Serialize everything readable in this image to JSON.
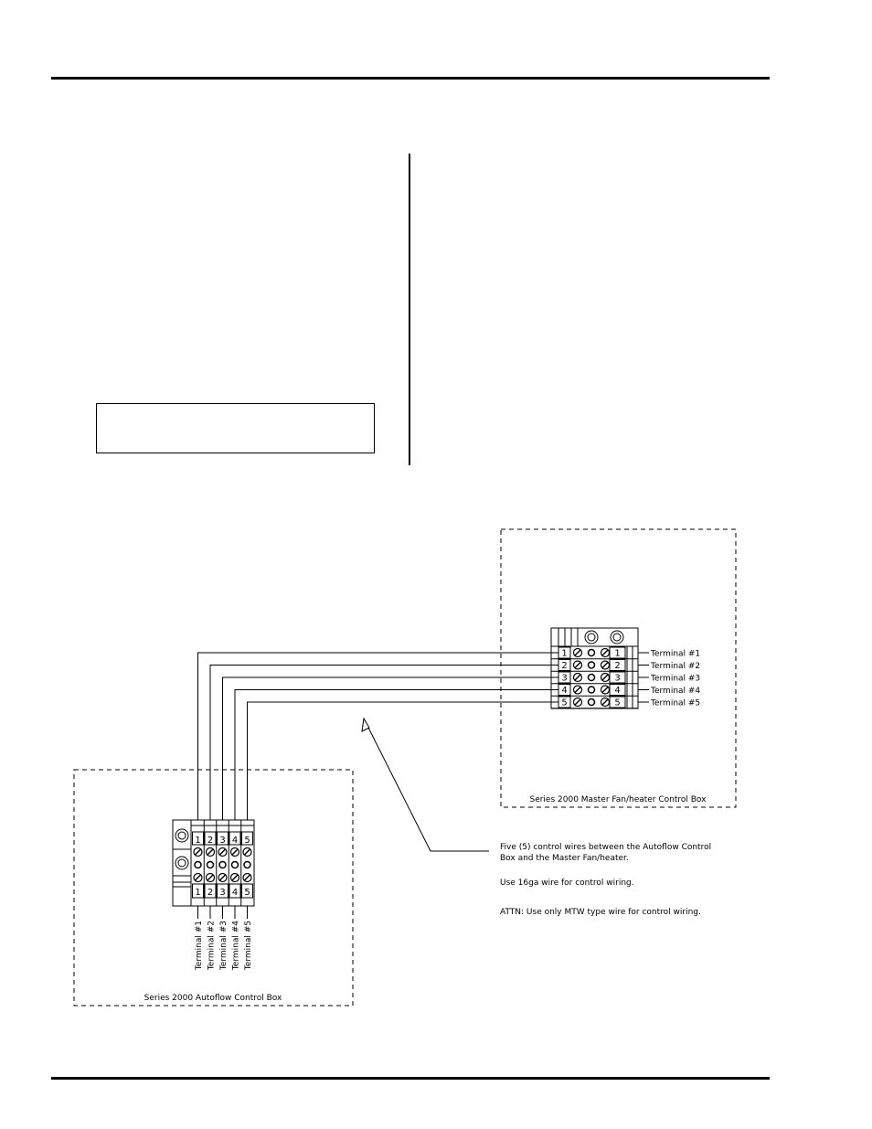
{
  "master_box": {
    "title": "Series 2000 Master Fan/heater Control Box",
    "terminal_labels": [
      "Terminal #1",
      "Terminal #2",
      "Terminal #3",
      "Terminal #4",
      "Terminal #5"
    ],
    "terminal_numbers": [
      "1",
      "2",
      "3",
      "4",
      "5"
    ]
  },
  "autoflow_box": {
    "title": "Series 2000 Autoflow Control Box",
    "terminal_labels": [
      "Terminal #1",
      "Terminal #2",
      "Terminal #3",
      "Terminal #4",
      "Terminal #5"
    ],
    "terminal_numbers": [
      "1",
      "2",
      "3",
      "4",
      "5"
    ]
  },
  "notes": {
    "line1": "Five (5) control wires between the Autoflow Control",
    "line2": "Box and the Master Fan/heater.",
    "gauge": "Use 16ga wire for control wiring.",
    "attn": "ATTN: Use only MTW type wire for control wiring."
  }
}
